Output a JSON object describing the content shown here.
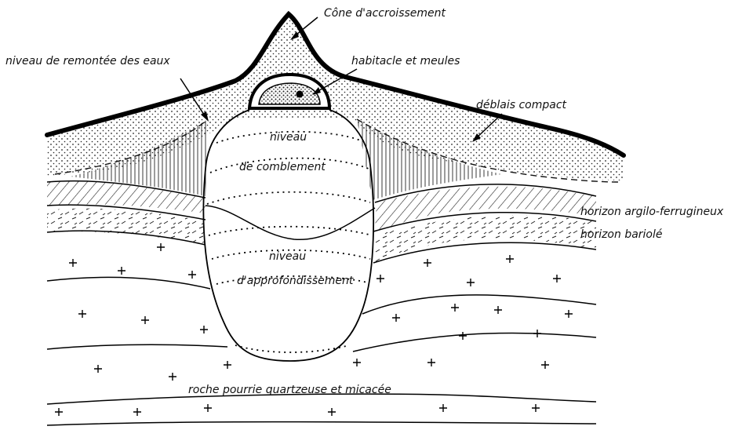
{
  "labels": {
    "cone": "Cône d'accroissement",
    "water_level": "niveau de remontée des eaux",
    "habitacle": "habitacle et meules",
    "deblais": "déblais compact",
    "niveau1": "niveau",
    "comblement": "de comblement",
    "niveau2": "niveau",
    "approfondissement": "d'approfondissement",
    "horizon_argilo": "horizon argilo-ferrugineux",
    "horizon_bariole": "horizon bariolé",
    "roche": "roche pourrie quartzeuse et micacée"
  }
}
